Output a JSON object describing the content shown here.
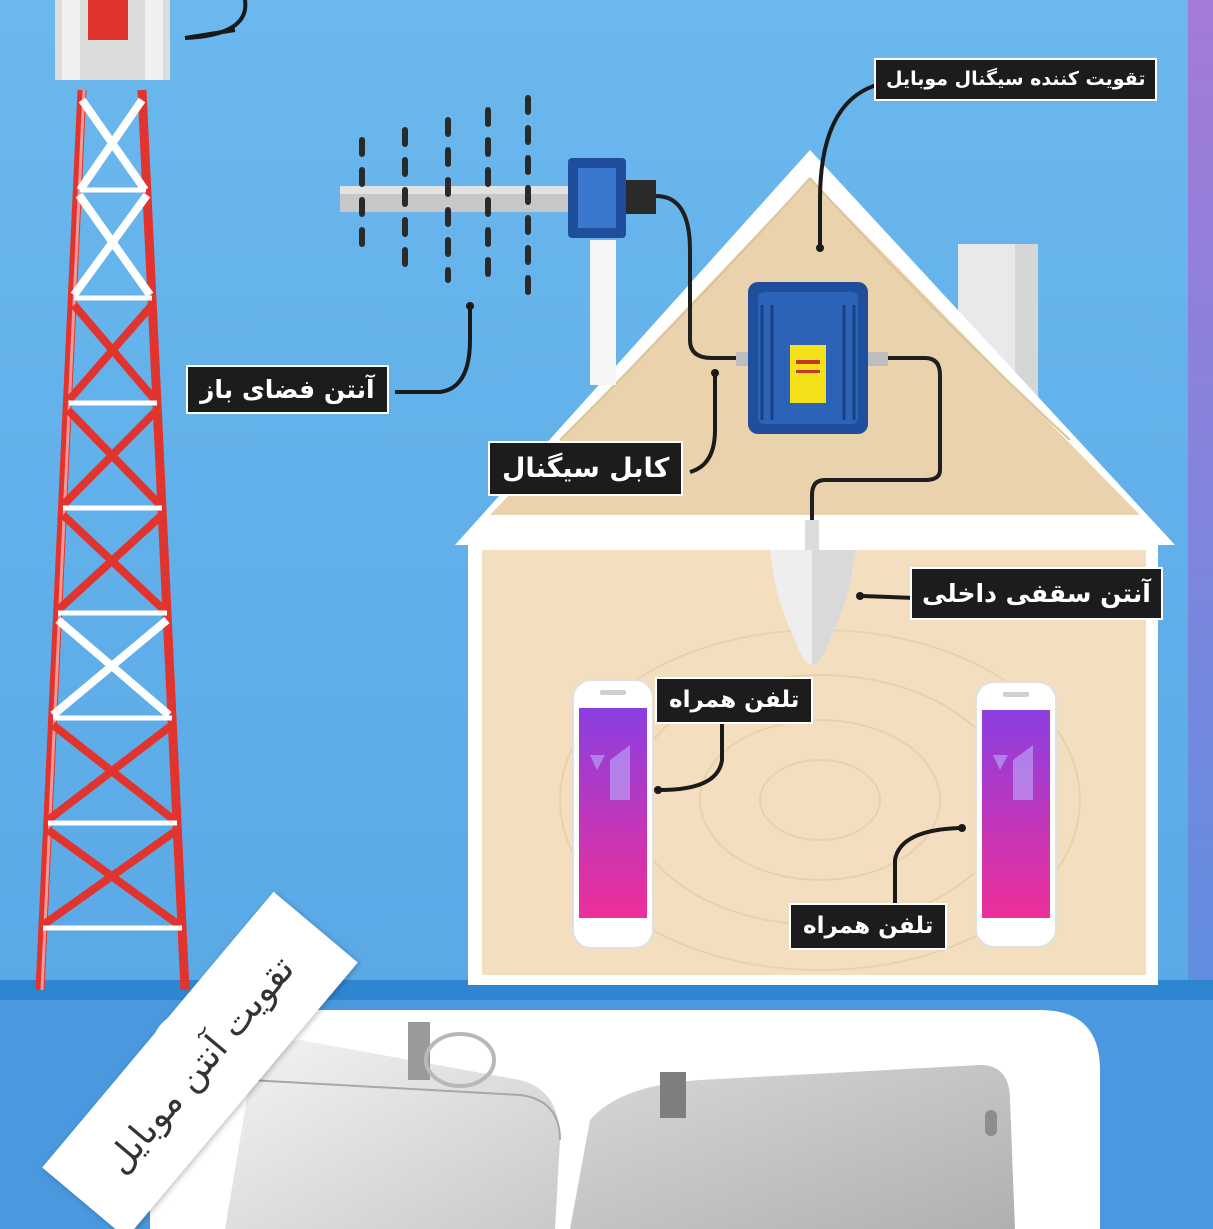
{
  "labels": {
    "booster": "تقویت کننده سیگنال موبایل",
    "outdoor_antenna": "آنتن فضای باز",
    "signal_cable": "کابل سیگنال",
    "indoor_ceiling_antenna": "آنتن سقفی داخلی",
    "mobile_phone_1": "تلفن همراه",
    "mobile_phone_2": "تلفن همراه"
  },
  "promo": {
    "text": "تقویت آنتن موبایل"
  },
  "colors": {
    "sky": "#63b2ea",
    "house_wall": "#f3dfbf",
    "roof": "#ead2ac",
    "tower_red": "#e2342f",
    "booster_blue": "#1f4e9c",
    "label_bg": "#1c1c1c",
    "phone_gradient_top": "#8a3fe0",
    "phone_gradient_bottom": "#ee2f9a"
  }
}
